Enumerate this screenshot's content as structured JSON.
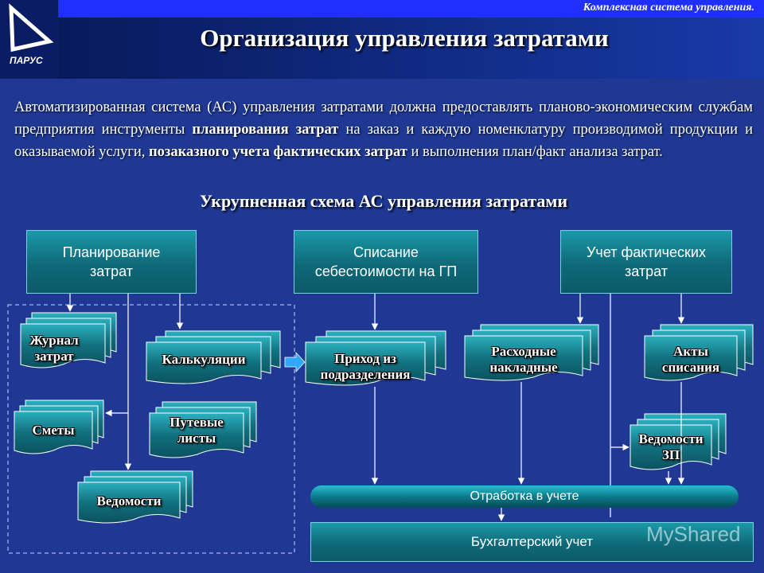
{
  "header": {
    "caption": "Комплексная система управления.",
    "title": "Организация управления затратами",
    "logo_text": "ПАРУС"
  },
  "intro": {
    "p1": "Автоматизированная система (АС) управления затратами должна предоставлять планово-экономическим службам предприятия инструменты ",
    "b1": "планирования затрат",
    "p2": " на заказ и каждую номенклатуру производимой продукции и оказываемой услуги, ",
    "b2": "позаказного учета фактических затрат",
    "p3": " и выполнения план/факт анализа затрат."
  },
  "subtitle": "Укрупненная схема АС управления затратами",
  "diagram": {
    "planning": "Планирование\nзатрат",
    "write_off": "Списание\nсебестоимости на ГП",
    "actual": "Учет фактических\nзатрат",
    "docs": {
      "journal": "Журнал\nзатрат",
      "calculations": "Калькуляции",
      "estimates": "Сметы",
      "waybills": "Путевые\nлисты",
      "statements": "Ведомости",
      "receipt": "Приход из\nподразделения",
      "expense": "Расходные\nнакладные",
      "acts": "Акты\nсписания",
      "payroll": "Ведомости\nЗП"
    },
    "processing": "Отработка в учете",
    "accounting": "Бухгалтерский учет"
  },
  "watermark": "MyShared",
  "colors": {
    "background": "#1e3894",
    "top_bar": "#1f2fff",
    "box_teal": "#0f6978",
    "doc_teal": "#136e7c",
    "arrow": "#ffffff"
  }
}
